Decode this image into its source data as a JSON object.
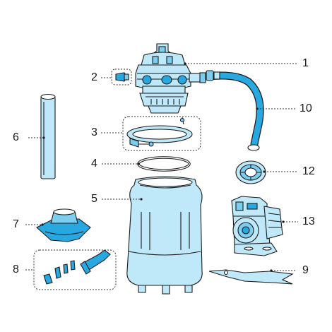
{
  "diagram": {
    "colors": {
      "light_blue": "#bfe8f8",
      "mid_blue": "#7ccdee",
      "blue": "#28a8e0",
      "outline": "#1a1a1a"
    },
    "callouts": {
      "c1": "1",
      "c2": "2",
      "c3": "3",
      "c4": "4",
      "c5": "5",
      "c6": "6",
      "c7": "7",
      "c8": "8",
      "c9": "9",
      "c10": "10",
      "c12": "12",
      "c13": "13"
    }
  }
}
